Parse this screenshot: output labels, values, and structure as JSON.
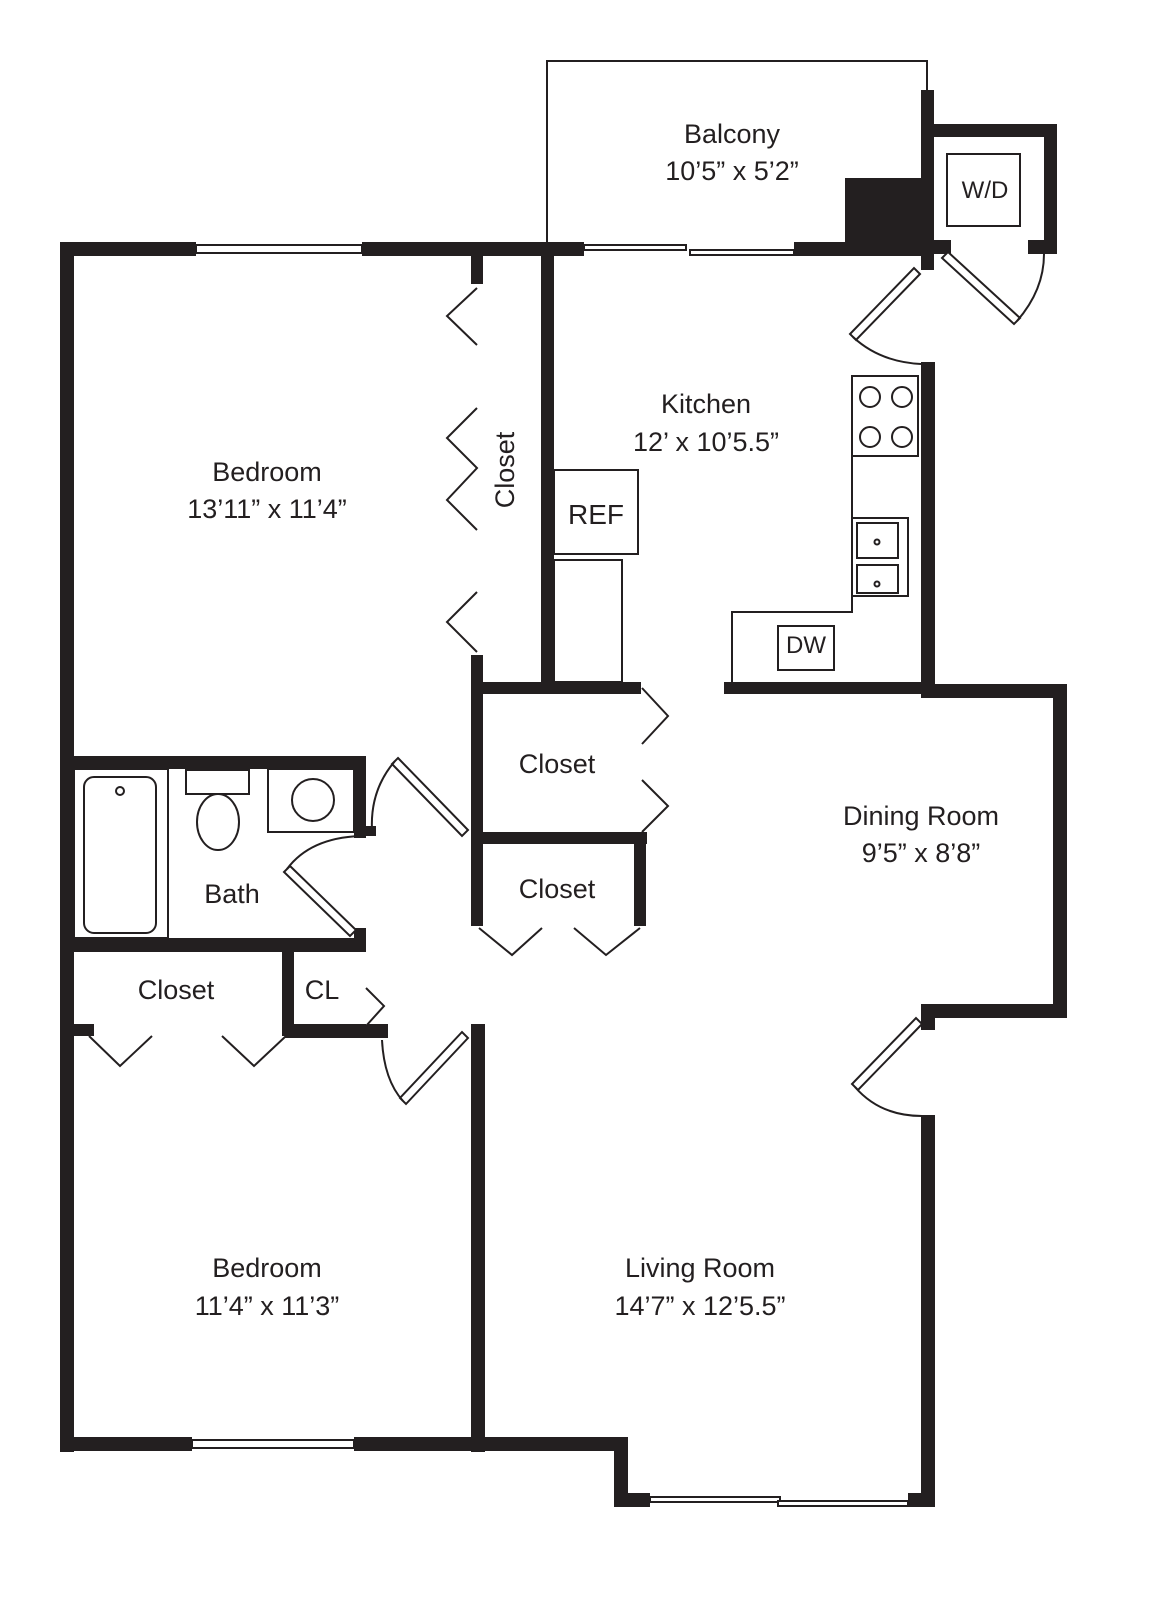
{
  "floorplan": {
    "colors": {
      "wall": "#231f20",
      "background": "#ffffff"
    },
    "rooms": {
      "balcony": {
        "name": "Balcony",
        "dims": "10’5” x 5’2”"
      },
      "kitchen": {
        "name": "Kitchen",
        "dims": "12’ x 10’5.5”"
      },
      "bedroom1": {
        "name": "Bedroom",
        "dims": "13’11” x 11’4”"
      },
      "bedroom2": {
        "name": "Bedroom",
        "dims": "11’4” x 11’3”"
      },
      "bath": {
        "name": "Bath"
      },
      "dining": {
        "name": "Dining Room",
        "dims": "9’5” x 8’8”"
      },
      "living": {
        "name": "Living Room",
        "dims": "14’7” x 12’5.5”"
      },
      "closet_bed1": {
        "name": "Closet"
      },
      "closet_hall1": {
        "name": "Closet"
      },
      "closet_hall2": {
        "name": "Closet"
      },
      "closet_bed2": {
        "name": "Closet"
      },
      "cl_small": {
        "name": "CL"
      }
    },
    "appliances": {
      "washer_dryer": "W/D",
      "refrigerator": "REF",
      "dishwasher": "DW"
    }
  }
}
